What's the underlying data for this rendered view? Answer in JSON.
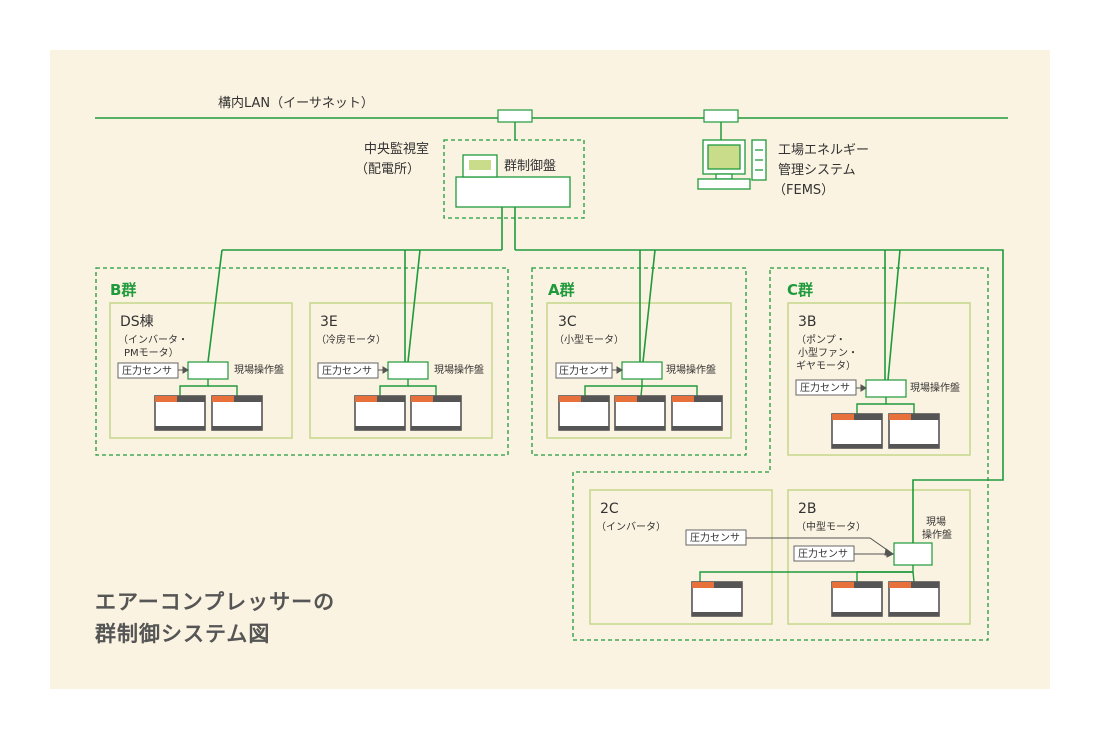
{
  "lan_label": "構内LAN（イーサネット）",
  "central_room": [
    "中央監視室",
    "（配電所）"
  ],
  "group_control_panel": "群制御盤",
  "fems": [
    "工場エネルギー",
    "管理システム",
    "（FEMS）"
  ],
  "groups": {
    "b": "B群",
    "a": "A群",
    "c": "C群"
  },
  "units": {
    "ds": {
      "name": "DS棟",
      "sub": [
        "（インバータ・",
        "PMモータ）"
      ]
    },
    "3e": {
      "name": "3E",
      "sub": [
        "（冷房モータ）"
      ]
    },
    "3c": {
      "name": "3C",
      "sub": [
        "（小型モータ）"
      ]
    },
    "3b": {
      "name": "3B",
      "sub": [
        "（ポンプ・",
        "小型ファン・",
        "ギヤモータ）"
      ]
    },
    "2c": {
      "name": "2C",
      "sub": [
        "（インバータ）"
      ]
    },
    "2b": {
      "name": "2B",
      "sub": [
        "（中型モータ）"
      ]
    }
  },
  "pressure_sensor": "圧力センサ",
  "field_panel": "現場操作盤",
  "field_panel_wrapped": [
    "現場",
    "操作盤"
  ],
  "title": [
    "エアーコンプレッサーの",
    "群制御システム図"
  ],
  "colors": {
    "green": "#1f9a3c",
    "light_green": "#c5d88a",
    "orange": "#e8703a",
    "dark": "#555555",
    "bg": "#fbf3e1"
  }
}
